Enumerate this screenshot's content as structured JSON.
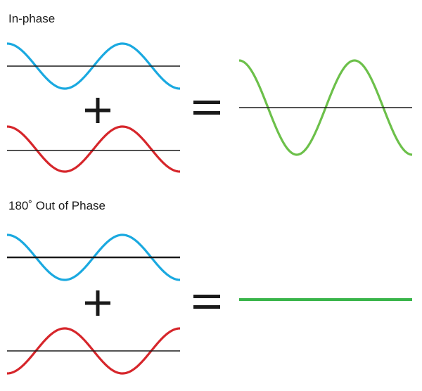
{
  "sections": [
    {
      "id": "in-phase",
      "label": "In-phase",
      "plus_symbol": "+",
      "equals_symbol": "=",
      "result": "sine-wave"
    },
    {
      "id": "out-of-phase",
      "label": "180˚ Out of Phase",
      "plus_symbol": "+",
      "equals_symbol": "=",
      "result": "flat-line"
    }
  ],
  "colors": {
    "wave_a": "#1aa9e0",
    "wave_b": "#d6262b",
    "result": "#6cc04a",
    "result_flat": "#39b54a",
    "axis": "#1a1a1a"
  }
}
